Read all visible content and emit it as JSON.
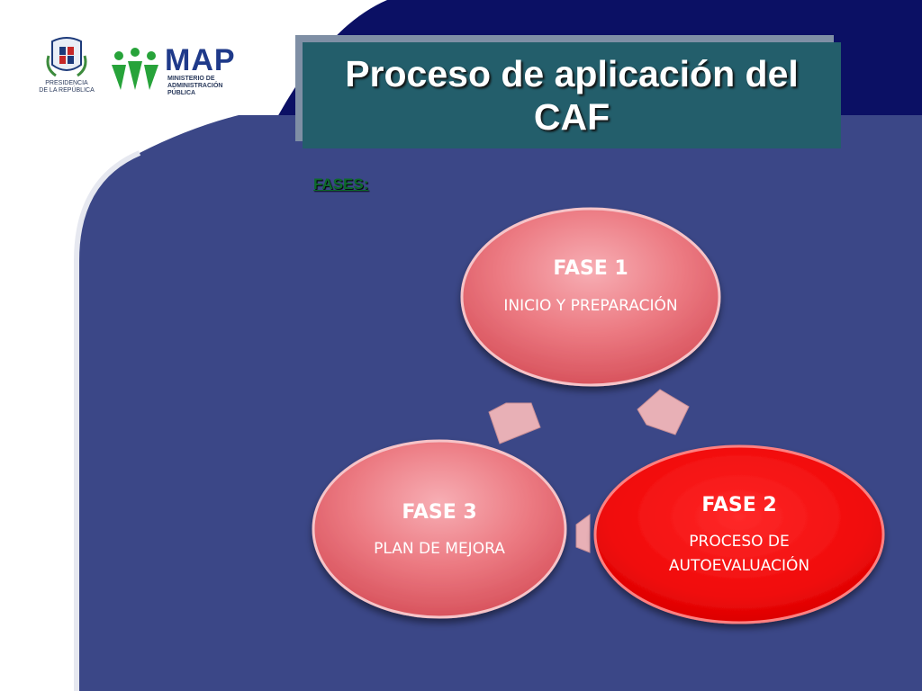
{
  "logos": {
    "presidencia_lines": [
      "PRESIDENCIA",
      "DE LA REPÚBLICA"
    ],
    "map_name": "MAP",
    "map_subtitle_lines": [
      "MINISTERIO DE",
      "ADMINISTRACIÓN",
      "PÚBLICA"
    ]
  },
  "title": "Proceso de aplicación del CAF",
  "section_label": "FASES:",
  "phases": [
    {
      "title": "FASE 1",
      "description": "INICIO Y PREPARACIÓN"
    },
    {
      "title": "FASE 2",
      "description": "PROCESO DE AUTOEVALUACIÓN"
    },
    {
      "title": "FASE 3",
      "description": "PLAN DE MEJORA"
    }
  ],
  "colors": {
    "navy_band": "#0b1064",
    "slide_blue": "#3b4787",
    "title_box": "#235e6b",
    "fases_label": "#0c6a2a",
    "phase_pink": "#e8747b",
    "phase_red": "#f00a0a",
    "arrow_pink": "#e8b0b6"
  }
}
